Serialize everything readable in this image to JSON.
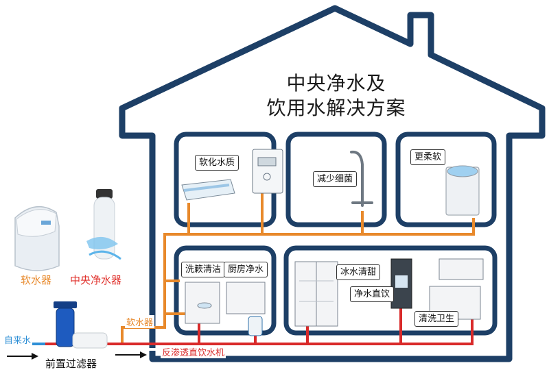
{
  "title": {
    "line1": "中央净水及",
    "line2": "饮用水解决方案"
  },
  "rooms": {
    "bathroom": {
      "callout": "软化水质"
    },
    "kitchen_tap": {
      "callout": "减少细菌"
    },
    "laundry": {
      "callout": "更柔软"
    },
    "vanity": {
      "callout_a": "洗簌清洁",
      "callout_b": "厨房净水"
    },
    "appliances": {
      "callout_fridge": "冰水清甜",
      "callout_dispenser": "净水直饮",
      "callout_kitchen": "清洗卫生"
    }
  },
  "equipment": {
    "softener_label": "软水器",
    "central_label": "中央净水器",
    "prefilter_label": "前置过滤器"
  },
  "pipes": {
    "tap_water": "自来水",
    "softener_line": "软水器",
    "ro_line": "反渗透直饮水机"
  },
  "colors": {
    "house": "#1d3f66",
    "soft_pipe": "#e8892b",
    "ro_pipe": "#d92a2a",
    "tap_pipe": "#2e8fd6",
    "label_orange": "#e8892b",
    "label_red": "#e0302b"
  }
}
